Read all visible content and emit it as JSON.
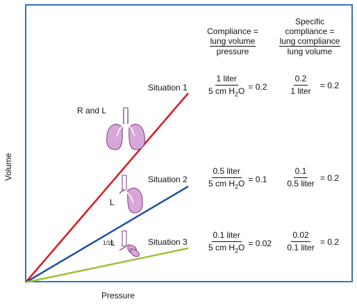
{
  "axes": {
    "ylabel": "Volume",
    "xlabel": "Pressure"
  },
  "headers": {
    "compliance": {
      "line1": "Compliance =",
      "numerator": "lung volume",
      "denominator": "pressure"
    },
    "specific": {
      "line1": "Specific",
      "line2": "compliance =",
      "numerator": "lung compliance",
      "denominator": "lung volume"
    }
  },
  "lung_labels": {
    "r_and_l": "R and L",
    "l": "L",
    "tenth_frac": "1/10",
    "tenth_l": "L"
  },
  "situations": [
    {
      "label": "Situation 1",
      "compliance": {
        "num": "1 liter",
        "den": "5 cm H",
        "den_sub": "2",
        "den_tail": "O",
        "result": "= 0.2"
      },
      "specific": {
        "num": "0.2",
        "den": "1 liter",
        "result": "= 0.2"
      },
      "color": "#e2141c"
    },
    {
      "label": "Situation 2",
      "compliance": {
        "num": "0.5 liter",
        "den": "5 cm H",
        "den_sub": "2",
        "den_tail": "O",
        "result": "= 0.1"
      },
      "specific": {
        "num": "0.1",
        "den": "0.5 liter",
        "result": "= 0.2"
      },
      "color": "#1c4fa0"
    },
    {
      "label": "Situation 3",
      "compliance": {
        "num": "0.1 liter",
        "den": "5 cm H",
        "den_sub": "2",
        "den_tail": "O",
        "result": "= 0.02"
      },
      "specific": {
        "num": "0.02",
        "den": "0.1 liter",
        "result": "= 0.2"
      },
      "color": "#9bc13b"
    }
  ],
  "lung_color": "#d9a6d9",
  "frame_color": "#2f74c0"
}
